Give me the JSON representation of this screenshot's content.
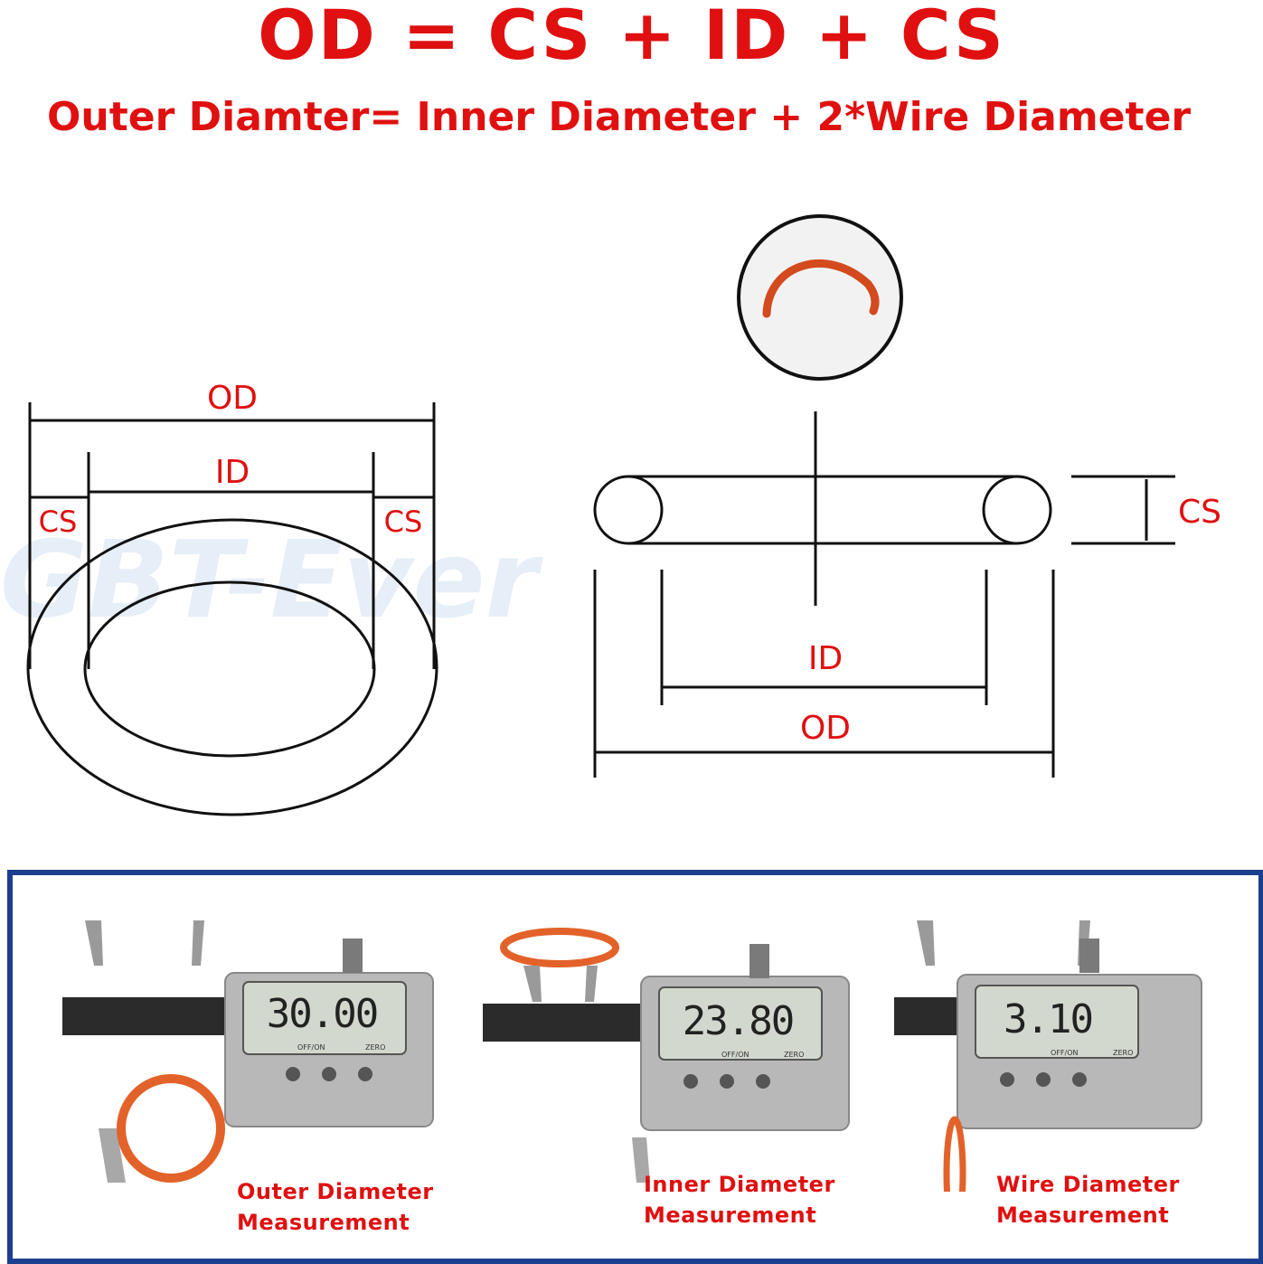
{
  "header": {
    "formula": "OD = CS + ID + CS",
    "subtitle": "Outer Diamter= Inner Diameter + 2*Wire Diameter"
  },
  "watermark": "GBT-Ever",
  "left_diagram": {
    "od_label": "OD",
    "id_label": "ID",
    "cs_left_label": "CS",
    "cs_right_label": "CS"
  },
  "right_diagram": {
    "cs_label": "CS",
    "id_label": "ID",
    "od_label": "OD"
  },
  "measurements": [
    {
      "reading": "30.00",
      "caption_line1": "Outer Diameter",
      "caption_line2": "Measurement"
    },
    {
      "reading": "23.80",
      "caption_line1": "Inner Diameter",
      "caption_line2": "Measurement"
    },
    {
      "reading": "3.10",
      "caption_line1": "Wire Diameter",
      "caption_line2": "Measurement"
    }
  ],
  "caliper_buttons": [
    "OFF/ON",
    "ZERO"
  ],
  "colors": {
    "label_red": "#e01010",
    "panel_border": "#1b3f8e",
    "oring_orange": "#e2622a"
  }
}
